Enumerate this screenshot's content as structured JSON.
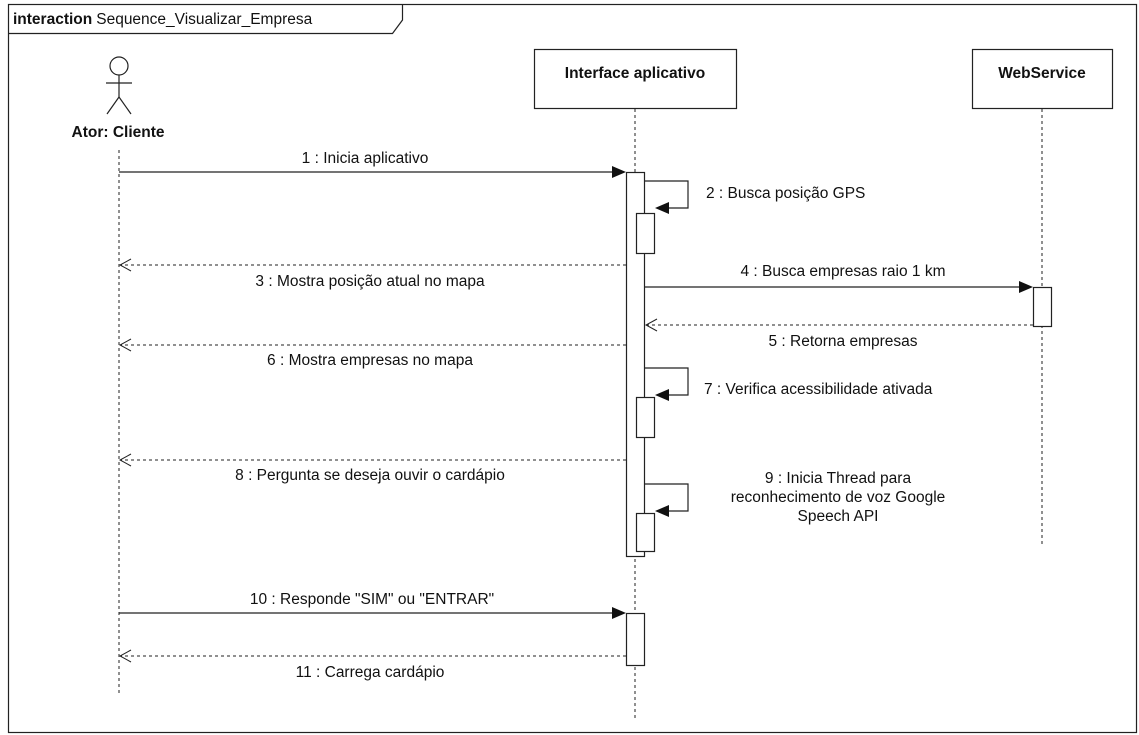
{
  "frame": {
    "keyword": "interaction",
    "name": "Sequence_Visualizar_Empresa"
  },
  "lifelines": {
    "actor": "Ator: Cliente",
    "app": "Interface aplicativo",
    "ws": "WebService"
  },
  "messages": [
    {
      "id": "m1",
      "text": "1 : Inicia aplicativo",
      "kind": "sync"
    },
    {
      "id": "m2",
      "text": "2 : Busca posição GPS",
      "kind": "self"
    },
    {
      "id": "m3",
      "text": "3 : Mostra posição atual no mapa",
      "kind": "return"
    },
    {
      "id": "m4",
      "text": "4 : Busca empresas raio 1 km",
      "kind": "sync"
    },
    {
      "id": "m5",
      "text": "5 : Retorna empresas",
      "kind": "return"
    },
    {
      "id": "m6",
      "text": "6 : Mostra empresas no mapa",
      "kind": "return"
    },
    {
      "id": "m7",
      "text": "7 : Verifica acessibilidade ativada",
      "kind": "self"
    },
    {
      "id": "m8",
      "text": "8 : Pergunta se deseja ouvir o cardápio",
      "kind": "return"
    },
    {
      "id": "m9",
      "lines": [
        "9 : Inicia Thread para",
        "reconhecimento de voz Google",
        "Speech API"
      ],
      "kind": "self"
    },
    {
      "id": "m10",
      "text": "10 : Responde \"SIM\" ou \"ENTRAR\"",
      "kind": "sync"
    },
    {
      "id": "m11",
      "text": "11 : Carrega cardápio",
      "kind": "return"
    }
  ]
}
